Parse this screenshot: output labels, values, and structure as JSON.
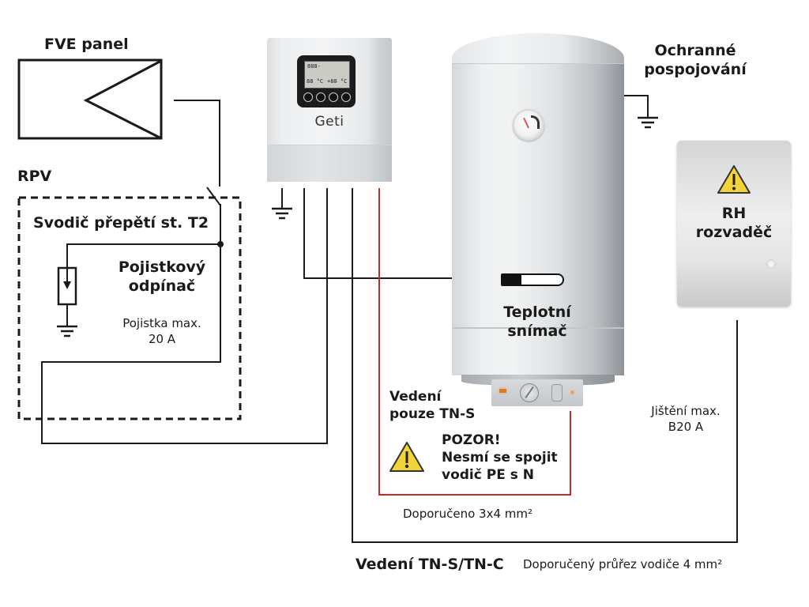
{
  "labels": {
    "fve_panel": "FVE panel",
    "rpv": "RPV",
    "surge_protector": "Svodič přepětí st. T2",
    "fuse_switch_line1": "Pojistkový",
    "fuse_switch_line2": "odpínač",
    "fuse_max_line1": "Pojistka max.",
    "fuse_max_line2": "20 A",
    "controller_brand": "Geti",
    "controller_lcd_top": "888-",
    "controller_lcd_left": "88 °C",
    "controller_lcd_right": "+88 °C",
    "protective_bonding_line1": "Ochranné",
    "protective_bonding_line2": "pospojování",
    "rh_line1": "RH",
    "rh_line2": "rozvaděč",
    "temp_sensor_line1": "Teplotní",
    "temp_sensor_line2": "snímač",
    "tns_only_line1": "Vedení",
    "tns_only_line2": "pouze TN-S",
    "warning_line1": "POZOR!",
    "warning_line2": "Nesmí se spojit",
    "warning_line3": "vodič PE s N",
    "recommended_red": "Doporučeno 3x4 mm²",
    "breaker_line1": "Jištění max.",
    "breaker_line2": "B20 A",
    "tns_tnc_title": "Vedení TN-S/TN-C",
    "tns_tnc_note": "Doporučený průřez vodiče 4 mm²"
  },
  "icons": {
    "pv_panel": "pv-panel-symbol",
    "ground": "ground-icon",
    "warning": "warning-triangle-icon",
    "varistor": "surge-arrester-symbol",
    "switch": "disconnect-switch-symbol"
  },
  "colors": {
    "wire": "#1a1a1a",
    "red_wire": "#c8262e",
    "warning_yellow": "#f2d33a",
    "warning_border": "#333333"
  }
}
